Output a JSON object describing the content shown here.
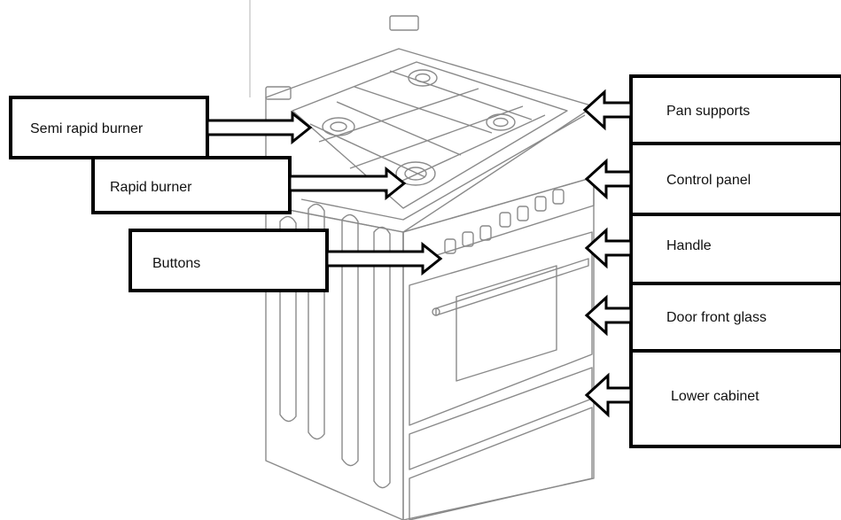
{
  "labels": {
    "semi_rapid_burner": "Semi rapid burner",
    "rapid_burner": "Rapid burner",
    "buttons": "Buttons",
    "pan_supports": "Pan supports",
    "control_panel": "Control panel",
    "handle": "Handle",
    "door_front_glass": "Door front glass",
    "lower_cabinet": "Lower cabinet"
  },
  "colors": {
    "outline": "#000000",
    "sketch": "#8a8a8a",
    "background": "#ffffff"
  }
}
